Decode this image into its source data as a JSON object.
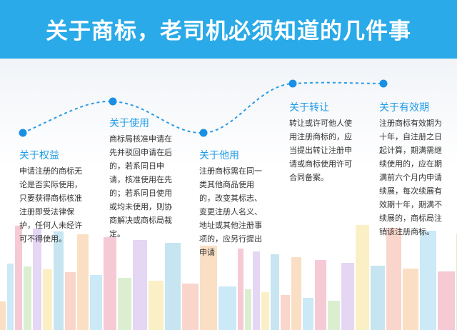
{
  "header": {
    "title": "关于商标，老司机必须知道的几件事"
  },
  "colors": {
    "header": "#2aaae8",
    "accent": "#1e9be6",
    "dot": "#1a8fe6"
  },
  "items": [
    {
      "heading": "关于权益",
      "text": "申请注册的商标无论是否实际使用，只要获得商标核准注册即受法律保护，任何人未经许可不得使用。"
    },
    {
      "heading": "关于使用",
      "text": "商标局核准申请在先并驳回申请在后的，若系同日申请，核准使用在先的；若系同日使用或均未使用，则协商解决或商标局裁定。"
    },
    {
      "heading": "关于他用",
      "text": "注册商标需在同一类其他商品使用的，改变其标志、变更注册人名义、地址或其他注册事项的，应另行提出申请"
    },
    {
      "heading": "关于转让",
      "text": "转让或许可他人使用注册商标的，应当提出转让注册申请或商标使用许可合同备案。"
    },
    {
      "heading": "关于有效期",
      "text": "注册商标有效期为十年，自注册之日起计算，期满需继续使用的，应在期满前六个月内申请续展，每次续展有效期十年，期满不续展的，商标局注销该注册商标。"
    }
  ]
}
